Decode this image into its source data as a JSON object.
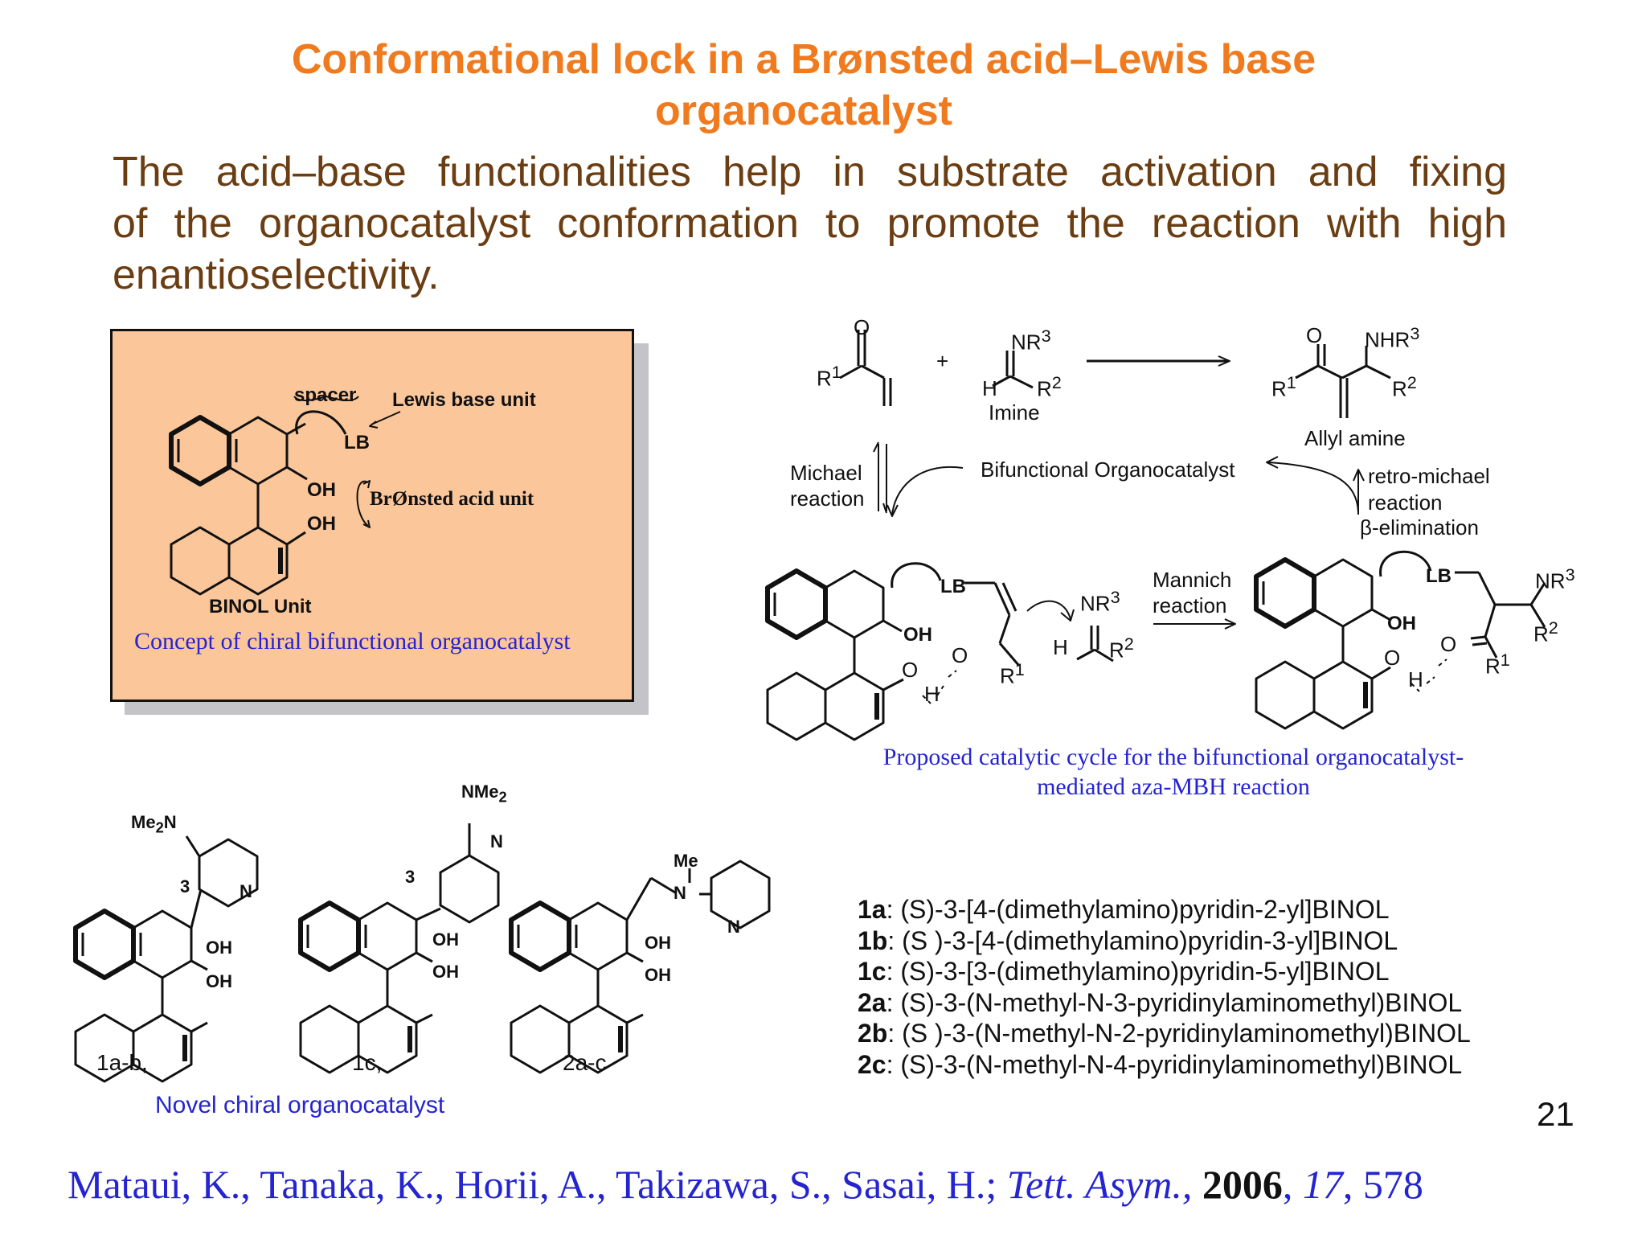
{
  "title_line1": "Conformational lock in a Brønsted acid–Lewis base",
  "title_line2": "organocatalyst",
  "intro_line1": "The acid–base functionalities help in substrate activation and fixing",
  "intro_line2": "of the organocatalyst conformation to promote the reaction with high",
  "intro_line3": "enantioselectivity.",
  "concept": {
    "spacer": "spacer",
    "lewis_base_unit": "Lewis base unit",
    "lb": "LB",
    "oh": "OH",
    "bronsted_acid_unit": "BrØnsted acid unit",
    "binol_unit": "BINOL Unit",
    "caption": "Concept of chiral bifunctional organocatalyst"
  },
  "cycle": {
    "o": "O",
    "r1": "R",
    "plus": "+",
    "nr3": "NR",
    "h": "H",
    "r2": "R",
    "imine": "Imine",
    "nhr3": "NHR",
    "allyl_amine": "Allyl amine",
    "michael_reaction_1": "Michael",
    "michael_reaction_2": "reaction",
    "bifunctional": "Bifunctional Organocatalyst",
    "retro_1": "retro-michael",
    "retro_2": "reaction",
    "retro_3": "β-elimination",
    "mannich_1": "Mannich",
    "mannich_2": "reaction",
    "lb": "LB",
    "oh": "OH",
    "caption_line1": "Proposed catalytic cycle for the bifunctional organocatalyst-",
    "caption_line2": "mediated aza-MBH reaction"
  },
  "novel": {
    "me2n": "Me",
    "nme2": "NMe",
    "me": "Me",
    "n": "N",
    "num3": "3",
    "oh": "OH",
    "label_1ab": "1a-b,",
    "label_1c": "1c,",
    "label_2ac": "2a-c",
    "caption": "Novel chiral organocatalyst"
  },
  "compounds": [
    {
      "id": "1a",
      "name": ": (S)-3-[4-(dimethylamino)pyridin-2-yl]BINOL"
    },
    {
      "id": "1b",
      "name": ": (S )-3-[4-(dimethylamino)pyridin-3-yl]BINOL"
    },
    {
      "id": "1c",
      "name": ": (S)-3-[3-(dimethylamino)pyridin-5-yl]BINOL"
    },
    {
      "id": "2a",
      "name": ": (S)-3-(N-methyl-N-3-pyridinylaminomethyl)BINOL"
    },
    {
      "id": "2b",
      "name": ": (S )-3-(N-methyl-N-2-pyridinylaminomethyl)BINOL"
    },
    {
      "id": "2c",
      "name": ": (S)-3-(N-methyl-N-4-pyridinylaminomethyl)BINOL"
    }
  ],
  "page_number": "21",
  "reference": {
    "authors": "Mataui, K., Tanaka, K., Horii, A., Takizawa, S., Sasai, H.; ",
    "journal": "Tett. Asym.,",
    "year": "2006",
    "volume": "17",
    "page": "578",
    "sep": ", "
  }
}
